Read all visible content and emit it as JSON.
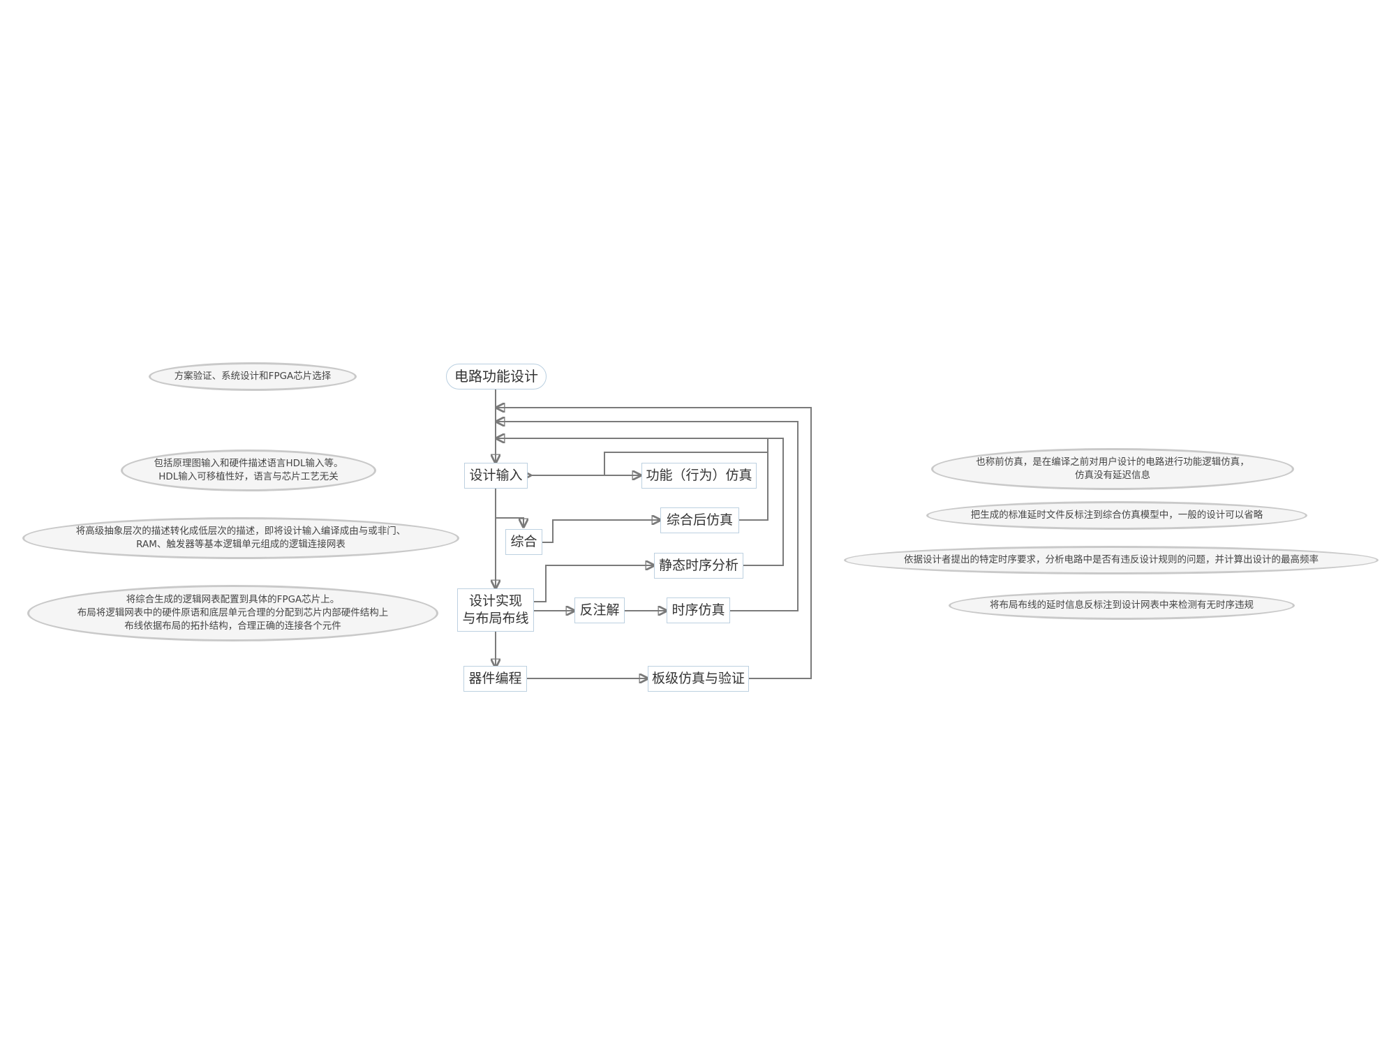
{
  "diagram": {
    "nodes": {
      "root": "电路功能设计",
      "design_input": "设计输入",
      "synthesis": "综合",
      "implementation": "设计实现\n与布局布线",
      "programming": "器件编程",
      "functional_sim": "功能（行为）仿真",
      "post_synth_sim": "综合后仿真",
      "static_timing": "静态时序分析",
      "back_annotation": "反注解",
      "timing_sim": "时序仿真",
      "board_sim": "板级仿真与验证"
    },
    "notes_left": {
      "root_note": "方案验证、系统设计和FPGA芯片选择",
      "design_input_note": "包括原理图输入和硬件描述语言HDL输入等。\nHDL输入可移植性好，语言与芯片工艺无关",
      "synthesis_note": "将高级抽象层次的描述转化成低层次的描述，即将设计输入编译成由与或非门、\nRAM、触发器等基本逻辑单元组成的逻辑连接网表",
      "implementation_note": "将综合生成的逻辑网表配置到具体的FPGA芯片上。\n布局将逻辑网表中的硬件原语和底层单元合理的分配到芯片内部硬件结构上\n布线依据布局的拓扑结构，合理正确的连接各个元件"
    },
    "notes_right": {
      "functional_sim_note": "也称前仿真，是在编译之前对用户设计的电路进行功能逻辑仿真，\n仿真没有延迟信息",
      "post_synth_sim_note": "把生成的标准延时文件反标注到综合仿真模型中，一般的设计可以省略",
      "static_timing_note": "依据设计者提出的特定时序要求，分析电路中是否有违反设计规则的问题，并计算出设计的最高频率",
      "timing_sim_note": "将布局布线的延时信息反标注到设计网表中来检测有无时序违规"
    }
  }
}
